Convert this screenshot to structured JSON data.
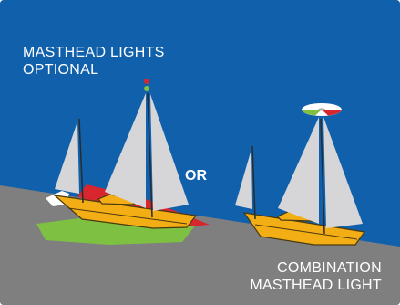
{
  "colors": {
    "sky": "#1060ac",
    "ground": "#7f7f7f",
    "sail": "#d6d6d8",
    "hull": "#f3ae16",
    "hull_outline": "#4b3a10",
    "port_light": "#d8262e",
    "starboard_light": "#7ec142",
    "stern_light": "#ffffff"
  },
  "icons": [
    "sailboat-left-icon",
    "sailboat-right-icon",
    "combination-masthead-light-icon"
  ],
  "captions": {
    "top_line1": "MASTHEAD LIGHTS",
    "top_line2": "OPTIONAL",
    "separator": "OR",
    "bottom_line1": "COMBINATION",
    "bottom_line2": "MASTHEAD LIGHT"
  }
}
